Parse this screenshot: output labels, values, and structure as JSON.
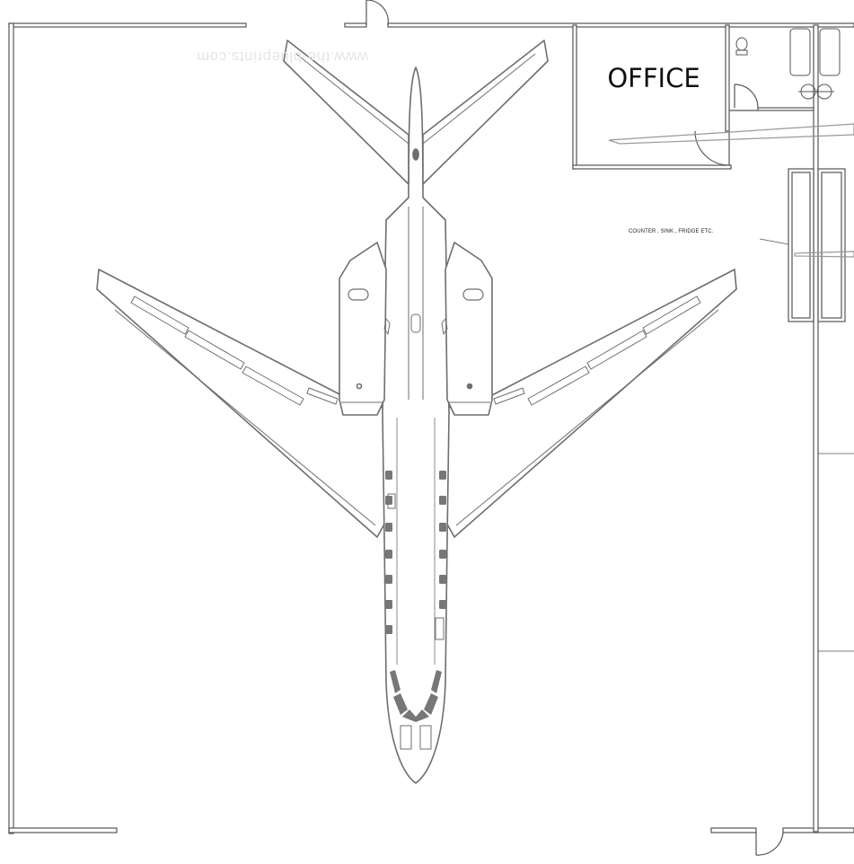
{
  "plan": {
    "office_label": "OFFICE",
    "counter_label": "COUNTER , SINK , FRIDGE ETC.",
    "watermark": "www.the-blueprints.com"
  },
  "colors": {
    "wall": "#555555",
    "wall_fill": "#ffffff",
    "aircraft_stroke": "#6e6e6e",
    "window": "#777777",
    "text": "#111111"
  }
}
